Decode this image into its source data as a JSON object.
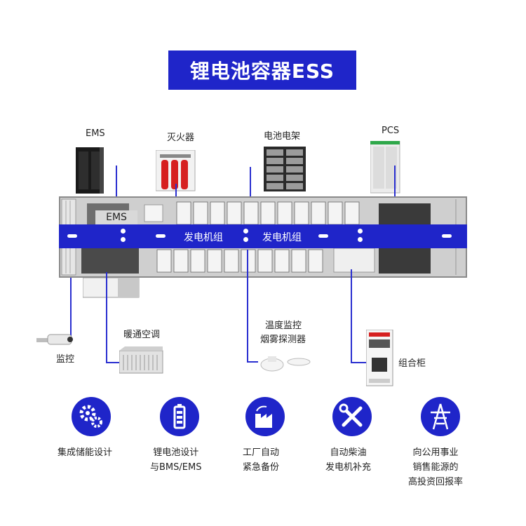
{
  "title": "锂电池容器ESS",
  "top_labels": {
    "ems": "EMS",
    "extinguisher": "灭火器",
    "rack": "电池电架",
    "pcs": "PCS"
  },
  "container": {
    "ems_panel": "EMS",
    "band_label_1": "发电机组",
    "band_label_2": "发电机组"
  },
  "bottom_labels": {
    "monitor": "监控",
    "hvac": "暖通空调",
    "sensor_line1": "温度监控",
    "sensor_line2": "烟雾探测器",
    "cabinet": "组合柜"
  },
  "features": [
    {
      "icon": "gears-icon",
      "lines": [
        "集成储能设计"
      ]
    },
    {
      "icon": "battery-icon",
      "lines": [
        "锂电池设计",
        "与BMS/EMS"
      ]
    },
    {
      "icon": "factory-icon",
      "lines": [
        "工厂自动",
        "紧急备份"
      ]
    },
    {
      "icon": "tools-icon",
      "lines": [
        "自动柴油",
        "发电机补充"
      ]
    },
    {
      "icon": "power-tower-icon",
      "lines": [
        "向公用事业",
        "销售能源的",
        "高投资回报率"
      ]
    }
  ],
  "colors": {
    "accent": "#1f25c9",
    "cabinet_red": "#d62020"
  }
}
